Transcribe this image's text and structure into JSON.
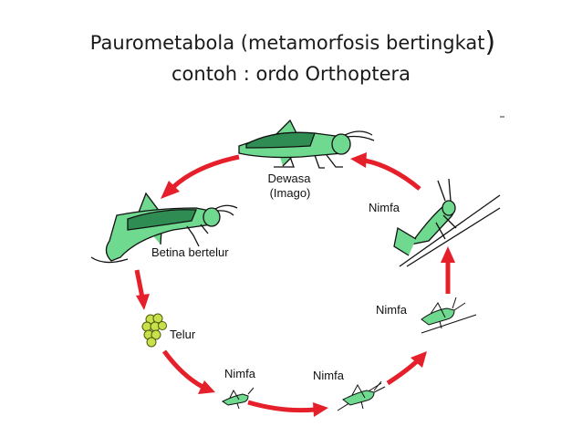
{
  "title": {
    "line1": "Paurometabola (metamorfosis bertingkat",
    "paren": ")",
    "line2": "contoh : ordo Orthoptera"
  },
  "stages": {
    "adult_line1": "Dewasa",
    "adult_line2": "(Imago)",
    "female": "Betina bertelur",
    "eggs": "Telur",
    "nymph_1": "Nimfa",
    "nymph_2": "Nimfa",
    "nymph_3": "Nimfa",
    "nymph_4": "Nimfa"
  },
  "colors": {
    "arrow": "#e5202a",
    "insect_fill": "#6ed98f",
    "insect_dark": "#2a7a46",
    "outline": "#111111",
    "egg": "#c8e04a"
  }
}
